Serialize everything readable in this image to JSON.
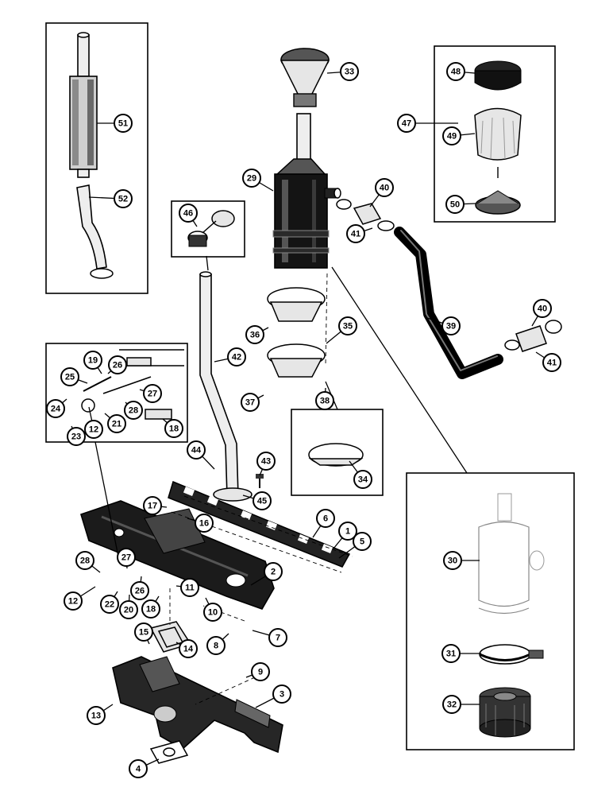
{
  "diagram": {
    "callouts": [
      {
        "id": "c1",
        "label": "1"
      },
      {
        "id": "c2",
        "label": "2"
      },
      {
        "id": "c3",
        "label": "3"
      },
      {
        "id": "c4",
        "label": "4"
      },
      {
        "id": "c5",
        "label": "5"
      },
      {
        "id": "c6",
        "label": "6"
      },
      {
        "id": "c7",
        "label": "7"
      },
      {
        "id": "c8",
        "label": "8"
      },
      {
        "id": "c9",
        "label": "9"
      },
      {
        "id": "c10",
        "label": "10"
      },
      {
        "id": "c11",
        "label": "11"
      },
      {
        "id": "c12a",
        "label": "12"
      },
      {
        "id": "c12b",
        "label": "12"
      },
      {
        "id": "c13",
        "label": "13"
      },
      {
        "id": "c14",
        "label": "14"
      },
      {
        "id": "c15",
        "label": "15"
      },
      {
        "id": "c16",
        "label": "16"
      },
      {
        "id": "c17",
        "label": "17"
      },
      {
        "id": "c18a",
        "label": "18"
      },
      {
        "id": "c18b",
        "label": "18"
      },
      {
        "id": "c19",
        "label": "19"
      },
      {
        "id": "c20",
        "label": "20"
      },
      {
        "id": "c21",
        "label": "21"
      },
      {
        "id": "c22",
        "label": "22"
      },
      {
        "id": "c23",
        "label": "23"
      },
      {
        "id": "c24",
        "label": "24"
      },
      {
        "id": "c25",
        "label": "25"
      },
      {
        "id": "c26a",
        "label": "26"
      },
      {
        "id": "c26b",
        "label": "26"
      },
      {
        "id": "c27a",
        "label": "27"
      },
      {
        "id": "c27b",
        "label": "27"
      },
      {
        "id": "c28a",
        "label": "28"
      },
      {
        "id": "c28b",
        "label": "28"
      },
      {
        "id": "c29",
        "label": "29"
      },
      {
        "id": "c30",
        "label": "30"
      },
      {
        "id": "c31",
        "label": "31"
      },
      {
        "id": "c32",
        "label": "32"
      },
      {
        "id": "c33",
        "label": "33"
      },
      {
        "id": "c34",
        "label": "34"
      },
      {
        "id": "c35",
        "label": "35"
      },
      {
        "id": "c36",
        "label": "36"
      },
      {
        "id": "c37",
        "label": "37"
      },
      {
        "id": "c38",
        "label": "38"
      },
      {
        "id": "c39",
        "label": "39"
      },
      {
        "id": "c40a",
        "label": "40"
      },
      {
        "id": "c40b",
        "label": "40"
      },
      {
        "id": "c41a",
        "label": "41"
      },
      {
        "id": "c41b",
        "label": "41"
      },
      {
        "id": "c42",
        "label": "42"
      },
      {
        "id": "c43",
        "label": "43"
      },
      {
        "id": "c44",
        "label": "44"
      },
      {
        "id": "c45",
        "label": "45"
      },
      {
        "id": "c46",
        "label": "46"
      },
      {
        "id": "c47",
        "label": "47"
      },
      {
        "id": "c48",
        "label": "48"
      },
      {
        "id": "c49",
        "label": "49"
      },
      {
        "id": "c50",
        "label": "50"
      },
      {
        "id": "c51",
        "label": "51"
      },
      {
        "id": "c52",
        "label": "52"
      }
    ]
  }
}
